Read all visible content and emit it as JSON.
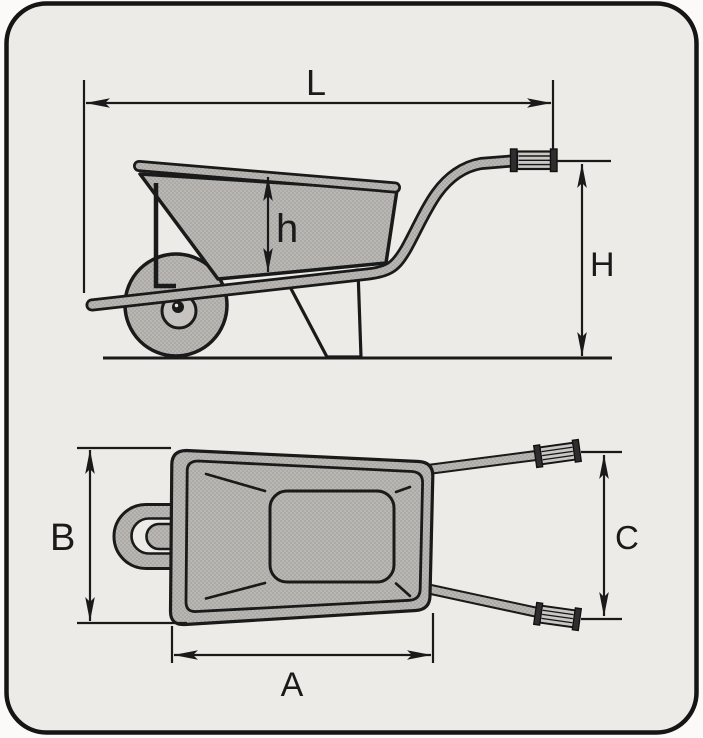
{
  "diagram": {
    "colors": {
      "outline": "#1a1a1a",
      "panel_background": "#ecebe7",
      "page_background": "#fbfaf8",
      "part_fill": "#b9b6b3",
      "part_dot": "#a29f9c",
      "hub_fill": "#c6c3c0",
      "grip_fill": "#c9c6c3"
    },
    "side_view": {
      "labels": {
        "L": "L",
        "h": "h",
        "H": "H"
      }
    },
    "top_view": {
      "labels": {
        "B": "B",
        "A": "A",
        "C": "C"
      }
    }
  }
}
